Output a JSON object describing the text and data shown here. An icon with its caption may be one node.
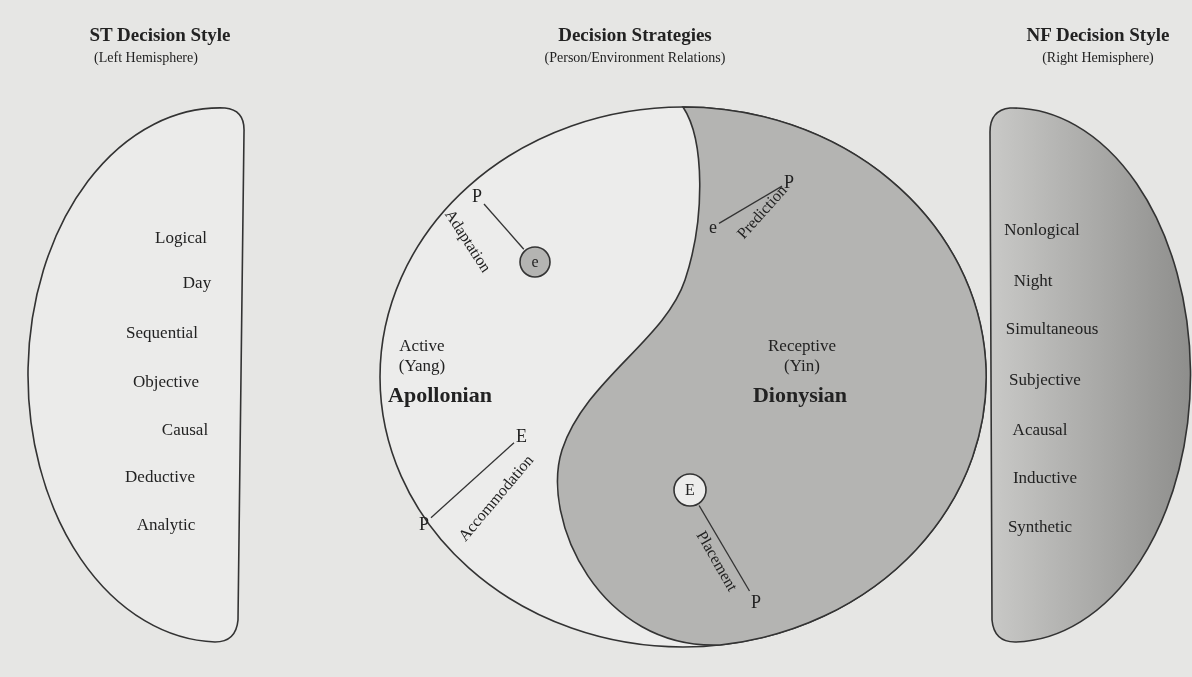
{
  "diagram": {
    "nodes": [
      {
        "text": [
          "ST Decision Style",
          "(Left Hemisphere)",
          "Logical",
          "Day",
          "Sequential",
          "Objective",
          "Causal",
          "Deductive",
          "Analytic"
        ]
      },
      {
        "text": [
          "Decision Strategies",
          "(Person/Environment Relations)",
          "Active (Yang)",
          "Apollonian"
        ]
      },
      {
        "text": [
          "Receptive (Yin)",
          "Dionysian"
        ],
        "in": 1
      },
      {
        "text": [
          "e"
        ],
        "in": 1
      },
      {
        "text": [
          "E"
        ],
        "in": 2
      },
      {
        "text": [
          "NF Decision Style",
          "(Right Hemisphere)",
          "Nonlogical",
          "Night",
          "Simultaneous",
          "Subjective",
          "Acausal",
          "Inductive",
          "Synthetic"
        ]
      },
      {
        "text": [
          "P"
        ],
        "in": 1
      },
      {
        "text": [
          "e"
        ],
        "in": 2
      },
      {
        "text": [
          "P"
        ],
        "in": 2
      },
      {
        "text": [
          "P"
        ],
        "in": 1
      },
      {
        "text": [
          "E"
        ],
        "in": 1
      },
      {
        "text": [
          "P"
        ],
        "in": 2
      }
    ],
    "edges": [
      {
        "from": 6,
        "to": 3,
        "arrow": "none",
        "label": "Adaptation"
      },
      {
        "from": 7,
        "to": 8,
        "arrow": "none",
        "label": "Prediction"
      },
      {
        "from": 9,
        "to": 10,
        "arrow": "none",
        "label": "Accommodation"
      },
      {
        "from": 4,
        "to": 11,
        "arrow": "none",
        "label": "Placement"
      }
    ]
  }
}
